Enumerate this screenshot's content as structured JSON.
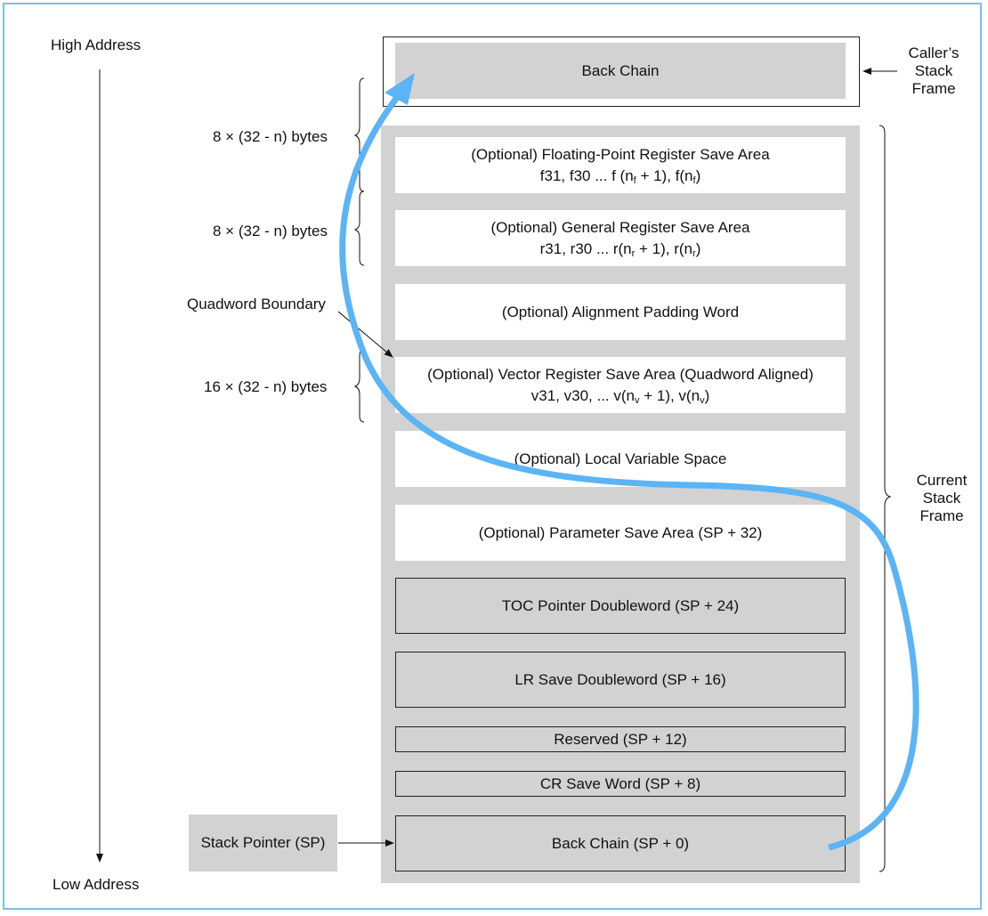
{
  "address": {
    "high": "High Address",
    "low": "Low Address"
  },
  "callers_frame": {
    "lines": [
      "Caller’s",
      "Stack",
      "Frame"
    ],
    "back_chain": "Back Chain"
  },
  "current_frame": {
    "lines": [
      "Current",
      "Stack",
      "Frame"
    ]
  },
  "side_labels": {
    "fpr_size": "8 × (32 - n) bytes",
    "gpr_size": "8 × (32 - n) bytes",
    "quadword_boundary": "Quadword Boundary",
    "vr_size": "16 × (32 - n) bytes"
  },
  "stack_pointer": "Stack Pointer (SP)",
  "areas": {
    "fpr": {
      "title": "(Optional) Floating-Point Register Save Area",
      "sub_pre": "f31, f30 ... f (n",
      "sub_a": "f",
      "sub_mid": " + 1), f(n",
      "sub_b": "f",
      "sub_post": ")"
    },
    "gpr": {
      "title": "(Optional) General Register Save Area",
      "sub_pre": "r31, r30 ... r(n",
      "sub_a": "r",
      "sub_mid": " + 1), r(n",
      "sub_b": "r",
      "sub_post": ")"
    },
    "padding": "(Optional) Alignment Padding Word",
    "vr": {
      "title": "(Optional) Vector Register Save Area (Quadword Aligned)",
      "sub_pre": "v31, v30, ... v(n",
      "sub_a": "v",
      "sub_mid": " + 1), v(n",
      "sub_b": "v",
      "sub_post": ")"
    },
    "locals": "(Optional) Local Variable Space",
    "params": "(Optional) Parameter Save Area (SP + 32)",
    "toc": "TOC Pointer Doubleword (SP + 24)",
    "lr": "LR Save Doubleword (SP + 16)",
    "reserved": "Reserved (SP + 12)",
    "cr": "CR Save Word (SP + 8)",
    "back_chain": "Back Chain (SP + 0)"
  },
  "colors": {
    "border": "#7cbff0",
    "arrow": "#5bb4f5",
    "grey_fill": "#d2d2d2"
  }
}
